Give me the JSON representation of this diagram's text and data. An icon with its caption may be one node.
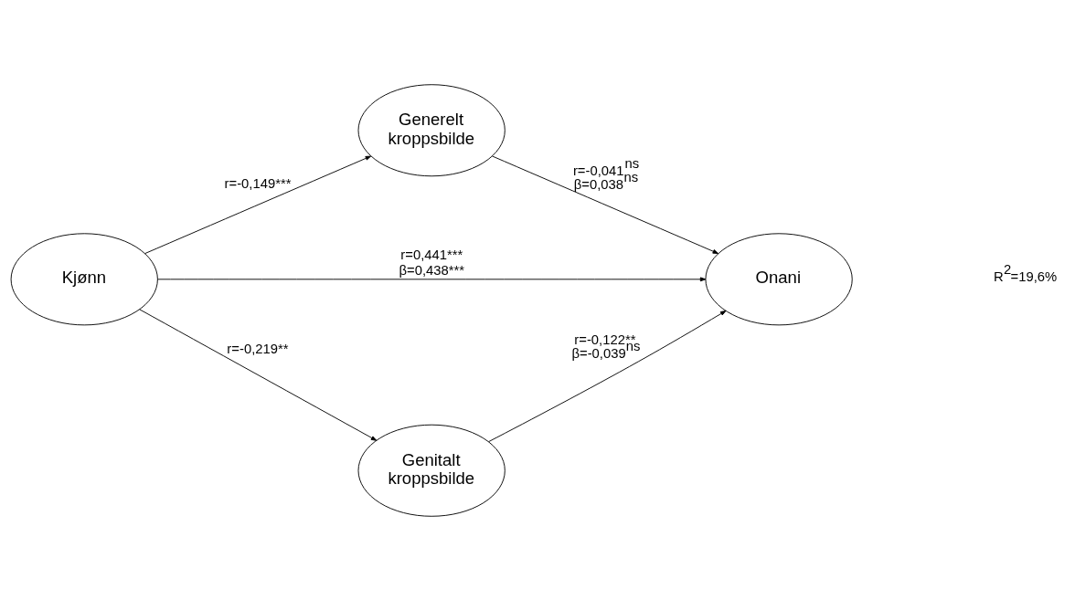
{
  "diagram": {
    "nodes": [
      {
        "text": [
          "Generelt kroppsbilde"
        ]
      },
      {
        "text": [
          "Kjønn"
        ]
      },
      {
        "text": [
          "Onani"
        ]
      },
      {
        "text": [
          "Genitalt kroppsbilde"
        ]
      }
    ],
    "edges": [
      {
        "from": 1,
        "to": 0,
        "arrow": "to",
        "label": "r=-0,149***"
      },
      {
        "from": 0,
        "to": 2,
        "arrow": "to",
        "label": "r=-0,041$^{ns}$ β=0,038$^{ns}$"
      },
      {
        "from": 1,
        "to": 2,
        "arrow": "to",
        "label": "r=0,441*** β=0,438***"
      },
      {
        "from": 1,
        "to": 3,
        "arrow": "to",
        "label": "r=-0,219**"
      },
      {
        "from": 3,
        "to": 2,
        "arrow": "to",
        "label": "r=-0,122** β=-0,039$^{ns}$"
      }
    ],
    "labels": [
      "R$^{2}$=19,6%"
    ]
  }
}
